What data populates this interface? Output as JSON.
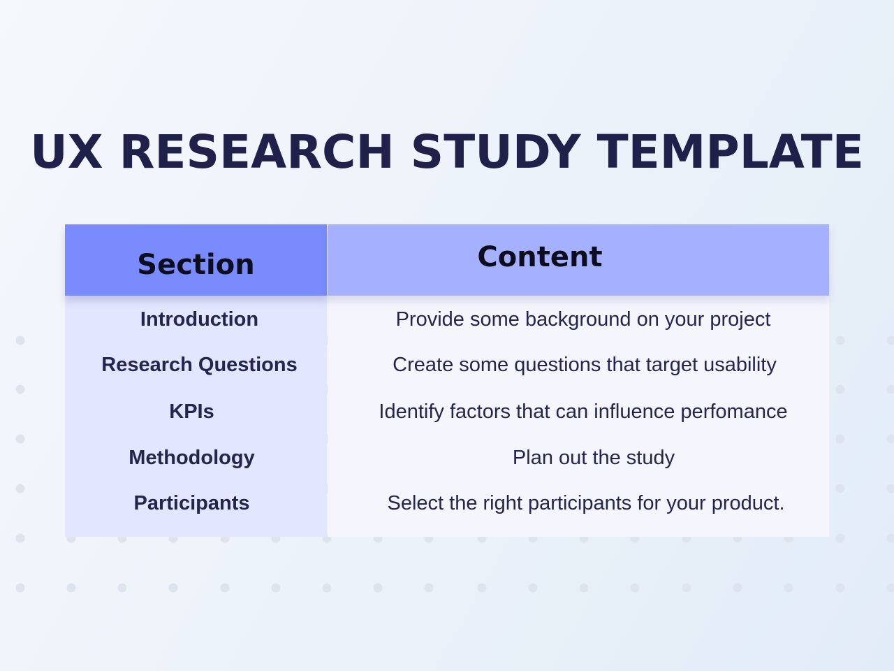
{
  "title": "UX RESEARCH STUDY TEMPLATE",
  "table": {
    "headers": [
      "Section",
      "Content"
    ],
    "rows": [
      {
        "section": "Introduction",
        "content": "Provide some background on your project"
      },
      {
        "section": "Research Questions",
        "content": "Create some questions that target usability"
      },
      {
        "section": "KPIs",
        "content": "Identify factors that can influence perfomance"
      },
      {
        "section": "Methodology",
        "content": "Plan out the study"
      },
      {
        "section": "Participants",
        "content": "Select the right participants for your product."
      }
    ]
  },
  "colors": {
    "title": "#20214a",
    "header_left": "#7a8cfd",
    "header_right": "#a5b1fe",
    "section_column": "#e3e6ff",
    "content_column": "#f5f5fd",
    "text": "#24254d"
  }
}
